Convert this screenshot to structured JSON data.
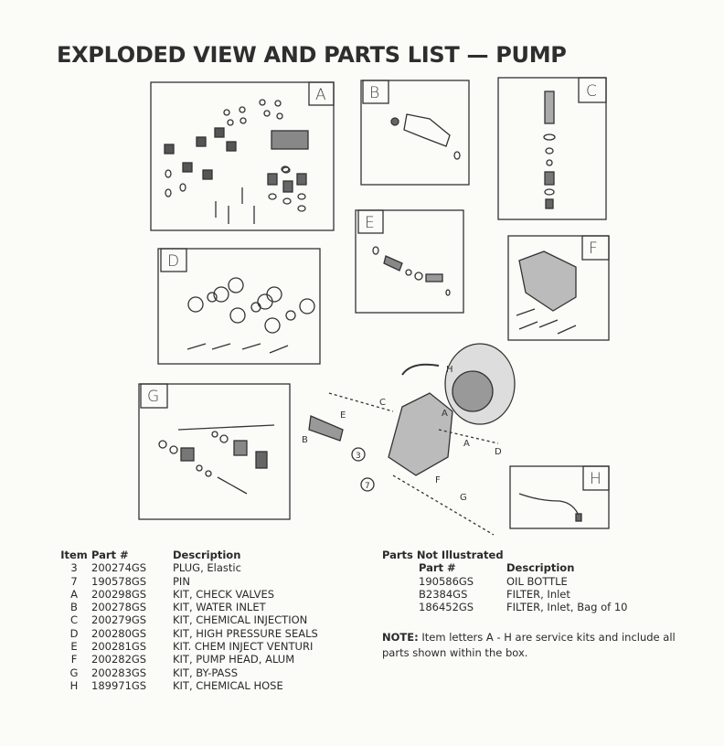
{
  "title": "EXPLODED VIEW AND PARTS LIST — PUMP",
  "kit_labels": {
    "A": "A",
    "B": "B",
    "C": "C",
    "D": "D",
    "E": "E",
    "F": "F",
    "G": "G",
    "H": "H"
  },
  "callouts": {
    "three": "3",
    "seven": "7"
  },
  "parts_list": {
    "headers": {
      "item": "Item",
      "part": "Part #",
      "description": "Description"
    },
    "rows": [
      {
        "item": "3",
        "part": "200274GS",
        "description": "PLUG, Elastic"
      },
      {
        "item": "7",
        "part": "190578GS",
        "description": "PIN"
      },
      {
        "item": "A",
        "part": "200298GS",
        "description": "KIT, CHECK VALVES"
      },
      {
        "item": "B",
        "part": "200278GS",
        "description": "KIT, WATER INLET"
      },
      {
        "item": "C",
        "part": "200279GS",
        "description": "KIT, CHEMICAL INJECTION"
      },
      {
        "item": "D",
        "part": "200280GS",
        "description": "KIT, HIGH PRESSURE SEALS"
      },
      {
        "item": "E",
        "part": "200281GS",
        "description": "KIT. CHEM INJECT VENTURI"
      },
      {
        "item": "F",
        "part": "200282GS",
        "description": "KIT, PUMP HEAD, ALUM"
      },
      {
        "item": "G",
        "part": "200283GS",
        "description": "KIT, BY-PASS"
      },
      {
        "item": "H",
        "part": "189971GS",
        "description": "KIT, CHEMICAL HOSE"
      }
    ]
  },
  "parts_not_illustrated": {
    "title": "Parts Not Illustrated",
    "headers": {
      "part": "Part #",
      "description": "Description"
    },
    "rows": [
      {
        "part": "190586GS",
        "description": "OIL BOTTLE"
      },
      {
        "part": "B2384GS",
        "description": "FILTER, Inlet"
      },
      {
        "part": "186452GS",
        "description": "FILTER, Inlet, Bag of 10"
      }
    ]
  },
  "note": {
    "label": "NOTE:",
    "text": " Item letters A - H are service kits and include all parts shown within the box."
  }
}
